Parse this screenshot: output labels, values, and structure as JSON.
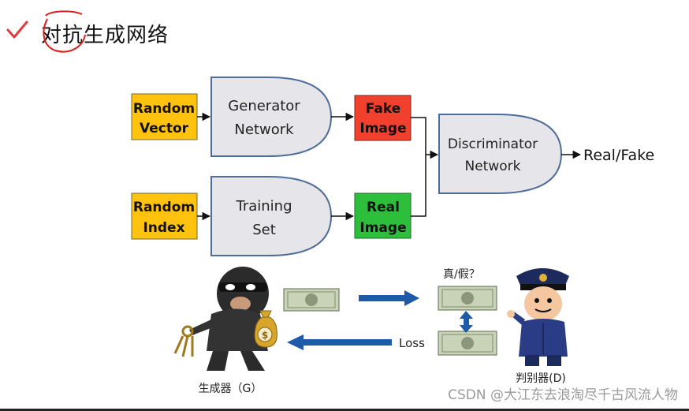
{
  "slide": {
    "title": "对抗生成网络",
    "watermark": "CSDN @大江东去浪淘尽千古风流人物"
  },
  "diagram": {
    "random_vector": [
      "Random",
      "Vector"
    ],
    "generator": [
      "Generator",
      "Network"
    ],
    "fake_image": [
      "Fake",
      "Image"
    ],
    "random_index": [
      "Random",
      "Index"
    ],
    "training_set": [
      "Training",
      "Set"
    ],
    "real_image": [
      "Real",
      "Image"
    ],
    "discriminator": [
      "Discriminator",
      "Network"
    ],
    "output": "Real/Fake"
  },
  "illustration": {
    "question": "真/假？",
    "loss": "Loss",
    "generator_label": "生成器（G）",
    "discriminator_label": "判别器(D)"
  },
  "colors": {
    "yellow": "#FFC20E",
    "red": "#F2402E",
    "green": "#2DBE3C",
    "gate_fill": "#E6E6EA",
    "gate_stroke": "#4F6D99",
    "blue_arrow": "#1F5AA8",
    "check": "#E23B3B"
  }
}
